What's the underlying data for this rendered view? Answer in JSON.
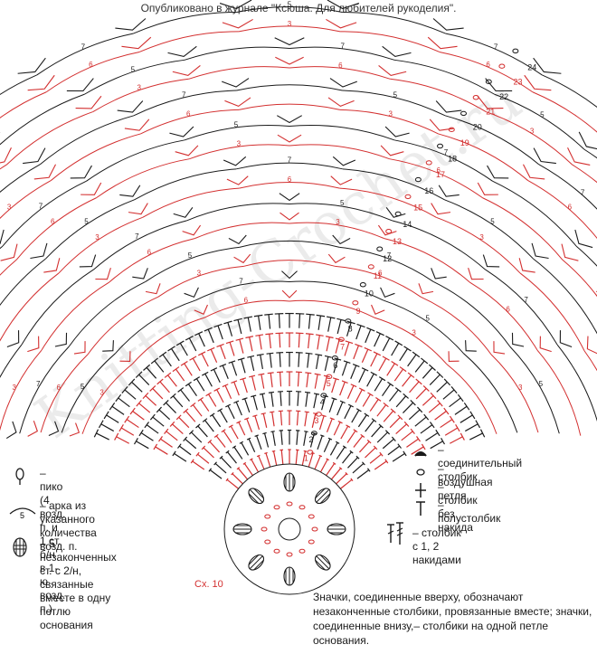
{
  "header": "Опубликовано в журнале \"Ксюша. Для любителей рукоделия\".",
  "watermark": "Knitting-Crochet.ru",
  "scheme_label": "Сх. 10",
  "colors": {
    "red": "#d32f2f",
    "black": "#1a1a1a"
  },
  "row_numbers": [
    "1",
    "2",
    "3",
    "4",
    "5",
    "6",
    "7",
    "8",
    "9",
    "10",
    "11",
    "12",
    "13",
    "14",
    "15",
    "16",
    "17",
    "18",
    "19",
    "20",
    "21",
    "22",
    "23",
    "24"
  ],
  "arch_labels": [
    "3",
    "5",
    "6",
    "7"
  ],
  "legend_left": [
    {
      "icon": "picot-icon",
      "text": "– пико (4 возд. п. и 1 ст. б/н\nв 1-ю возд. п.)"
    },
    {
      "icon": "arch-icon",
      "number": "5",
      "text": "– арка из указанного\nколичества возд. п."
    },
    {
      "icon": "cluster-icon",
      "text": "– 5 незаконченных ст. с 2/н,\nсвязанные вместе в одну\nпетлю основания"
    }
  ],
  "legend_right": [
    {
      "icon": "slip-stitch-icon",
      "text": "– соединительный столбик"
    },
    {
      "icon": "chain-icon",
      "text": "– воздушная петля"
    },
    {
      "icon": "single-crochet-icon",
      "text": "– столбик без накида"
    },
    {
      "icon": "half-double-icon",
      "text": "– полустолбик"
    },
    {
      "icon": "double-crochet-icon",
      "text": "– столбик с 1, 2 накидами"
    }
  ],
  "note": "Значки, соединенные вверху, обозначают незаконченные столбики, провязанные вместе; значки, соединенные внизу,– столбики на одной петле основания."
}
